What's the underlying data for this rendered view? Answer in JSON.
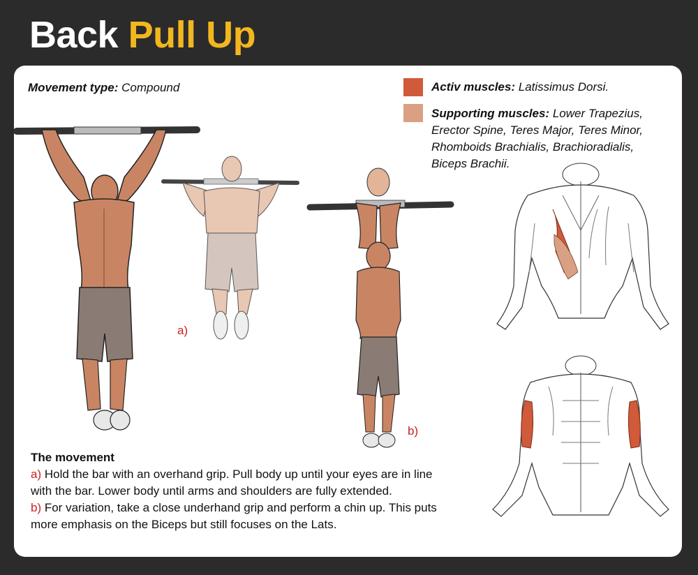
{
  "title": {
    "word1": "Back",
    "word2": "Pull Up"
  },
  "movement_type": {
    "label": "Movement type:",
    "value": "Compound"
  },
  "legend": {
    "active": {
      "label": "Activ muscles:",
      "value": "Latissimus Dorsi.",
      "color": "#d05a3a"
    },
    "supporting": {
      "label": "Supporting muscles:",
      "value_line1": "Lower Trapezius,",
      "value_line2": "Erector Spine, Teres Major, Teres Minor,",
      "value_line3": "Rhomboids Brachialis, Brachioradialis,",
      "value_line4": "Biceps Brachii.",
      "color": "#d9a084"
    }
  },
  "figure_labels": {
    "a": "a)",
    "b": "b)"
  },
  "movement": {
    "heading": "The movement",
    "a_marker": "a)",
    "a_text_1": " Hold the bar with an overhand grip. Pull body up until your eyes are in line",
    "a_text_2": "with the bar. Lower body until arms and shoulders are fully extended.",
    "b_marker": "b)",
    "b_text_1": " For variation, take a close underhand grip and perform a chin up. This puts",
    "b_text_2": "more emphasis on the Biceps but still focuses on the Lats."
  },
  "colors": {
    "background": "#2b2b2c",
    "accent": "#f2b61f",
    "label_red": "#cc2020",
    "skin": "#c98563",
    "shorts": "#8a7c74"
  }
}
